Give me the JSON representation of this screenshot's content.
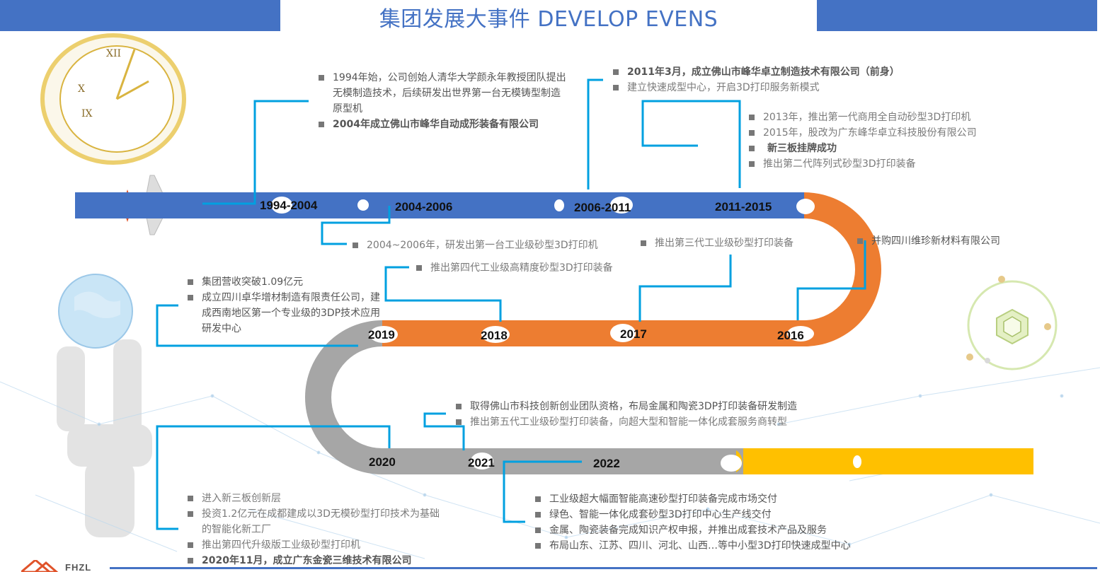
{
  "header": {
    "title": "集团发展大事件 DEVELOP EVENS",
    "accent_color": "#4472c4"
  },
  "logo": {
    "text": "FHZL"
  },
  "timeline": {
    "lane_colors": {
      "blue": "#4472c4",
      "orange": "#ed7d31",
      "gray": "#a6a6a6",
      "yellow": "#ffc000"
    },
    "connector_color": "#00a0e0",
    "years": {
      "y1994_2004": "1994-2004",
      "y2004_2006": "2004-2006",
      "y2006_2011": "2006-2011",
      "y2011_2015": "2011-2015",
      "y2016": "2016",
      "y2017": "2017",
      "y2018": "2018",
      "y2019": "2019",
      "y2020": "2020",
      "y2021": "2021",
      "y2022": "2022"
    }
  },
  "events": {
    "e1994": [
      "1994年始，公司创始人清华大学颜永年教授团队提出无模制造技术，后续研发出世界第一台无模铸型制造原型机",
      "2004年成立佛山市峰华自动成形装备有限公司"
    ],
    "e2004": [
      "2004~2006年，研发出第一台工业级砂型3D打印机"
    ],
    "e2006": [
      "2011年3月，成立佛山市峰华卓立制造技术有限公司（前身）",
      "建立快速成型中心，开启3D打印服务新模式"
    ],
    "e2011": [
      "2013年，推出第一代商用全自动砂型3D打印机",
      "2015年，股改为广东峰华卓立科技股份有限公司",
      "新三板挂牌成功",
      "推出第二代阵列式砂型3D打印装备"
    ],
    "e2016": [
      "并购四川维珍新材料有限公司"
    ],
    "e2017": [
      "推出第三代工业级砂型打印装备"
    ],
    "e2018": [
      "推出第四代工业级高精度砂型3D打印装备"
    ],
    "e2019": [
      "集团营收突破1.09亿元",
      "成立四川卓华增材制造有限责任公司，建成西南地区第一个专业级的3DP技术应用研发中心"
    ],
    "e2020": [
      "进入新三板创新层",
      "投资1.2亿元在成都建成以3D无模砂型打印技术为基础的智能化新工厂",
      "推出第四代升级版工业级砂型打印机",
      "2020年11月，成立广东金瓷三维技术有限公司"
    ],
    "e2021": [
      "取得佛山市科技创新创业团队资格，布局金属和陶瓷3DP打印装备研发制造",
      "推出第五代工业级砂型打印装备，向超大型和智能一体化成套服务商转型"
    ],
    "e2022": [
      "工业级超大幅面智能高速砂型打印装备完成市场交付",
      "绿色、智能一体化成套砂型3D打印中心生产线交付",
      "金属、陶瓷装备完成知识产权申报，并推出成套技术产品及服务",
      "布局山东、江苏、四川、河北、山西…等中小型3D打印快速成型中心"
    ]
  }
}
